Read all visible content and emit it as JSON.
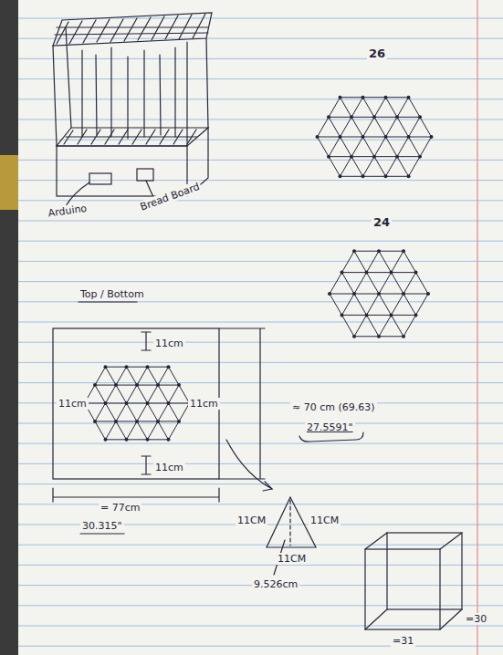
{
  "diagram": {
    "labels": [
      "Arduino",
      "Bread Board",
      "26",
      "24",
      "Top / Bottom",
      "11cm",
      "11cm",
      "11cm",
      "11cm",
      "≈ 70 cm (69.63)",
      "27.5591\"",
      "= 77cm",
      "30.315\"",
      "11CM",
      "11CM",
      "11CM",
      "9.526cm",
      "=30",
      "=31"
    ]
  }
}
